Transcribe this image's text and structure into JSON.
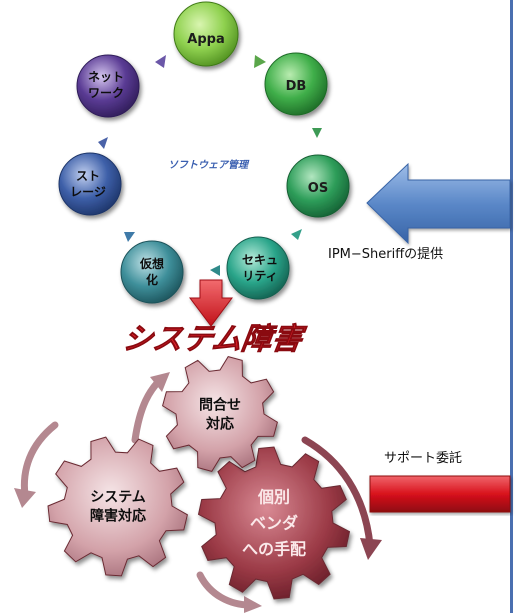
{
  "cycle": {
    "center_label": "ソフトウェア管理",
    "nodes": [
      {
        "id": "appa",
        "label": [
          "Appa"
        ],
        "color": "#8fd14f"
      },
      {
        "id": "db",
        "label": [
          "DB"
        ],
        "color": "#3fae49"
      },
      {
        "id": "os",
        "label": [
          "OS"
        ],
        "color": "#2e9e5a"
      },
      {
        "id": "security",
        "label": [
          "セキュ",
          "リティ"
        ],
        "color": "#2aa58a"
      },
      {
        "id": "virtualization",
        "label": [
          "仮想",
          "化"
        ],
        "color": "#3e8f9a"
      },
      {
        "id": "storage",
        "label": [
          "スト",
          "レージ"
        ],
        "color": "#3d5fa8"
      },
      {
        "id": "network",
        "label": [
          "ネット",
          "ワーク"
        ],
        "color": "#5a3b94"
      }
    ]
  },
  "banner": {
    "text": "システム障害",
    "color": "#e0202a"
  },
  "gears": [
    {
      "id": "inquiry",
      "label": [
        "問合せ",
        "対応"
      ],
      "color": "#c9909a"
    },
    {
      "id": "system-failure",
      "label": [
        "システム",
        "障害対応"
      ],
      "color": "#c98a94"
    },
    {
      "id": "vendor",
      "label": [
        "個別",
        "ベンダ",
        "への手配"
      ],
      "color": "#9b3a46"
    }
  ],
  "captions": {
    "provision": "IPM−Sheriffの提供",
    "support": "サポート委託"
  },
  "colors": {
    "blue_arrow": "#5b88c8",
    "red_arrow": "#d8121c",
    "divider": "#4a6fb0"
  }
}
